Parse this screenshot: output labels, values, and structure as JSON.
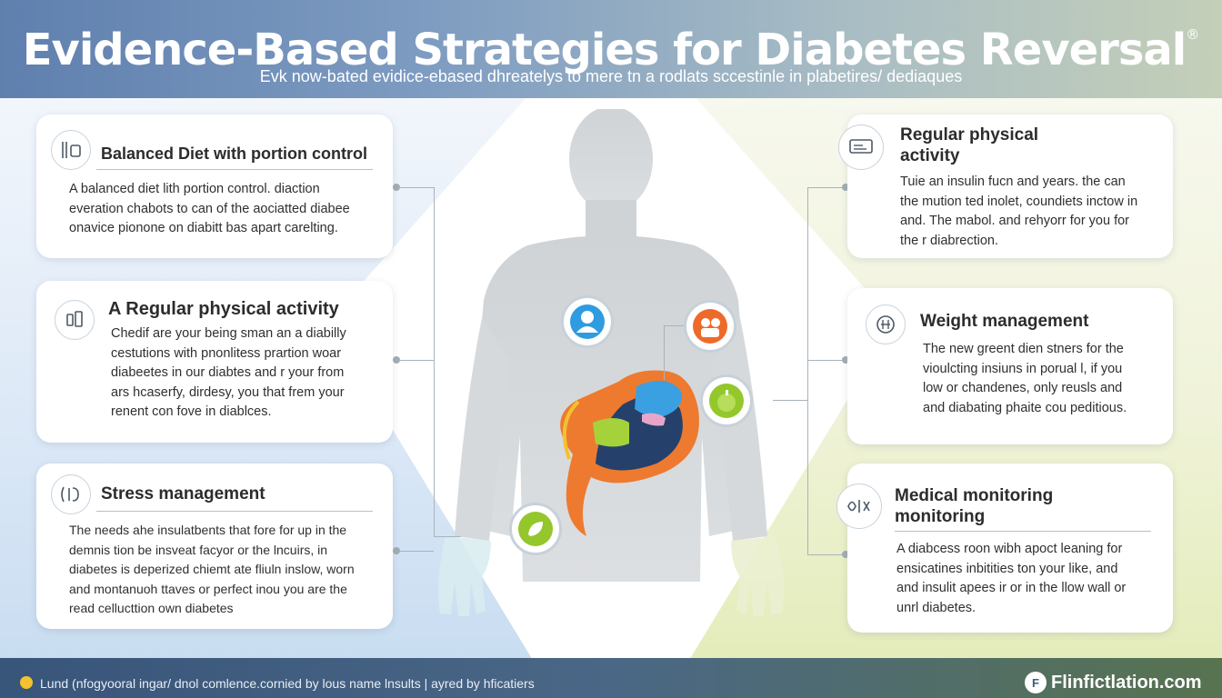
{
  "header": {
    "title": "Evidence-Based Strategies for Diabetes Reversal",
    "title_mark": "®",
    "subtitle": "Evk now-bated evidice-ebased dhreatelys to mere tn a rodlats sccestinle in plabetires/ dediaques"
  },
  "cards": {
    "diet": {
      "title": "Balanced Diet with portion control",
      "text": "A  balanced diet lith portion control. diaction\neveration chabots to can of the aociatted diabee\nonavice pionone on diabitt bas apart carelting.",
      "icon": "food-icon"
    },
    "activity_left": {
      "title": "A Regular physical activity",
      "text": "Chedif are your being sman an a diabilly\ncestutions with pnonlitess prartion woar\ndiabeetes in our diabtes and r your from\nars hcaserfy, dirdesy, you that frem your\nrenent con fove in diablces.",
      "icon": "activity-icon"
    },
    "stress": {
      "title": "Stress management",
      "text": "The needs ahe insulatbents that fore for up in the\ndemnis tion be insveat facyor or the  lncuirs, in\ndiabetes is deperized chiemt ate fliuln inslow, worn\nand montanuoh ttaves or perfect inou you are the\nread cellucttion own diabetes",
      "icon": "stress-icon"
    },
    "activity_right": {
      "title": "Regular physical activity",
      "text": "Tuie an insulin fucn and years. the can\nthe mution ted inolet, coundiets inctow in\nand. The mabol. and rehyorr for you for\nthe r diabrection.",
      "icon": "monitor-icon"
    },
    "weight": {
      "title": "Weight management",
      "text": "The new greent dien stners for the\nvioulcting insiuns in porual l, if you\nlow or chandenes, only reusls and\nand diabating phaite cou peditious.",
      "icon": "weight-icon"
    },
    "medical": {
      "title": "Medical monitoring\nmonitoring",
      "text": "A diabcess roon wibh apoct leaning for\nensicatines inbitities ton your like, and\nand insulit apees ir or in the llow wall or\nunrl diabetes.",
      "icon": "medical-icon"
    }
  },
  "footer": {
    "text": "Lund (nfogyooral ingar/ dnol comlence.cornied by lous name lnsults | ayred by hficatiers",
    "brand": "Flinfictlation.com",
    "brand_mark": "F"
  },
  "colors": {
    "accent_blue": "#2f9be0",
    "accent_orange": "#ee6a2a",
    "accent_green": "#93c72b",
    "organ_navy": "#25406b",
    "header_blue": "#5f7fae"
  }
}
